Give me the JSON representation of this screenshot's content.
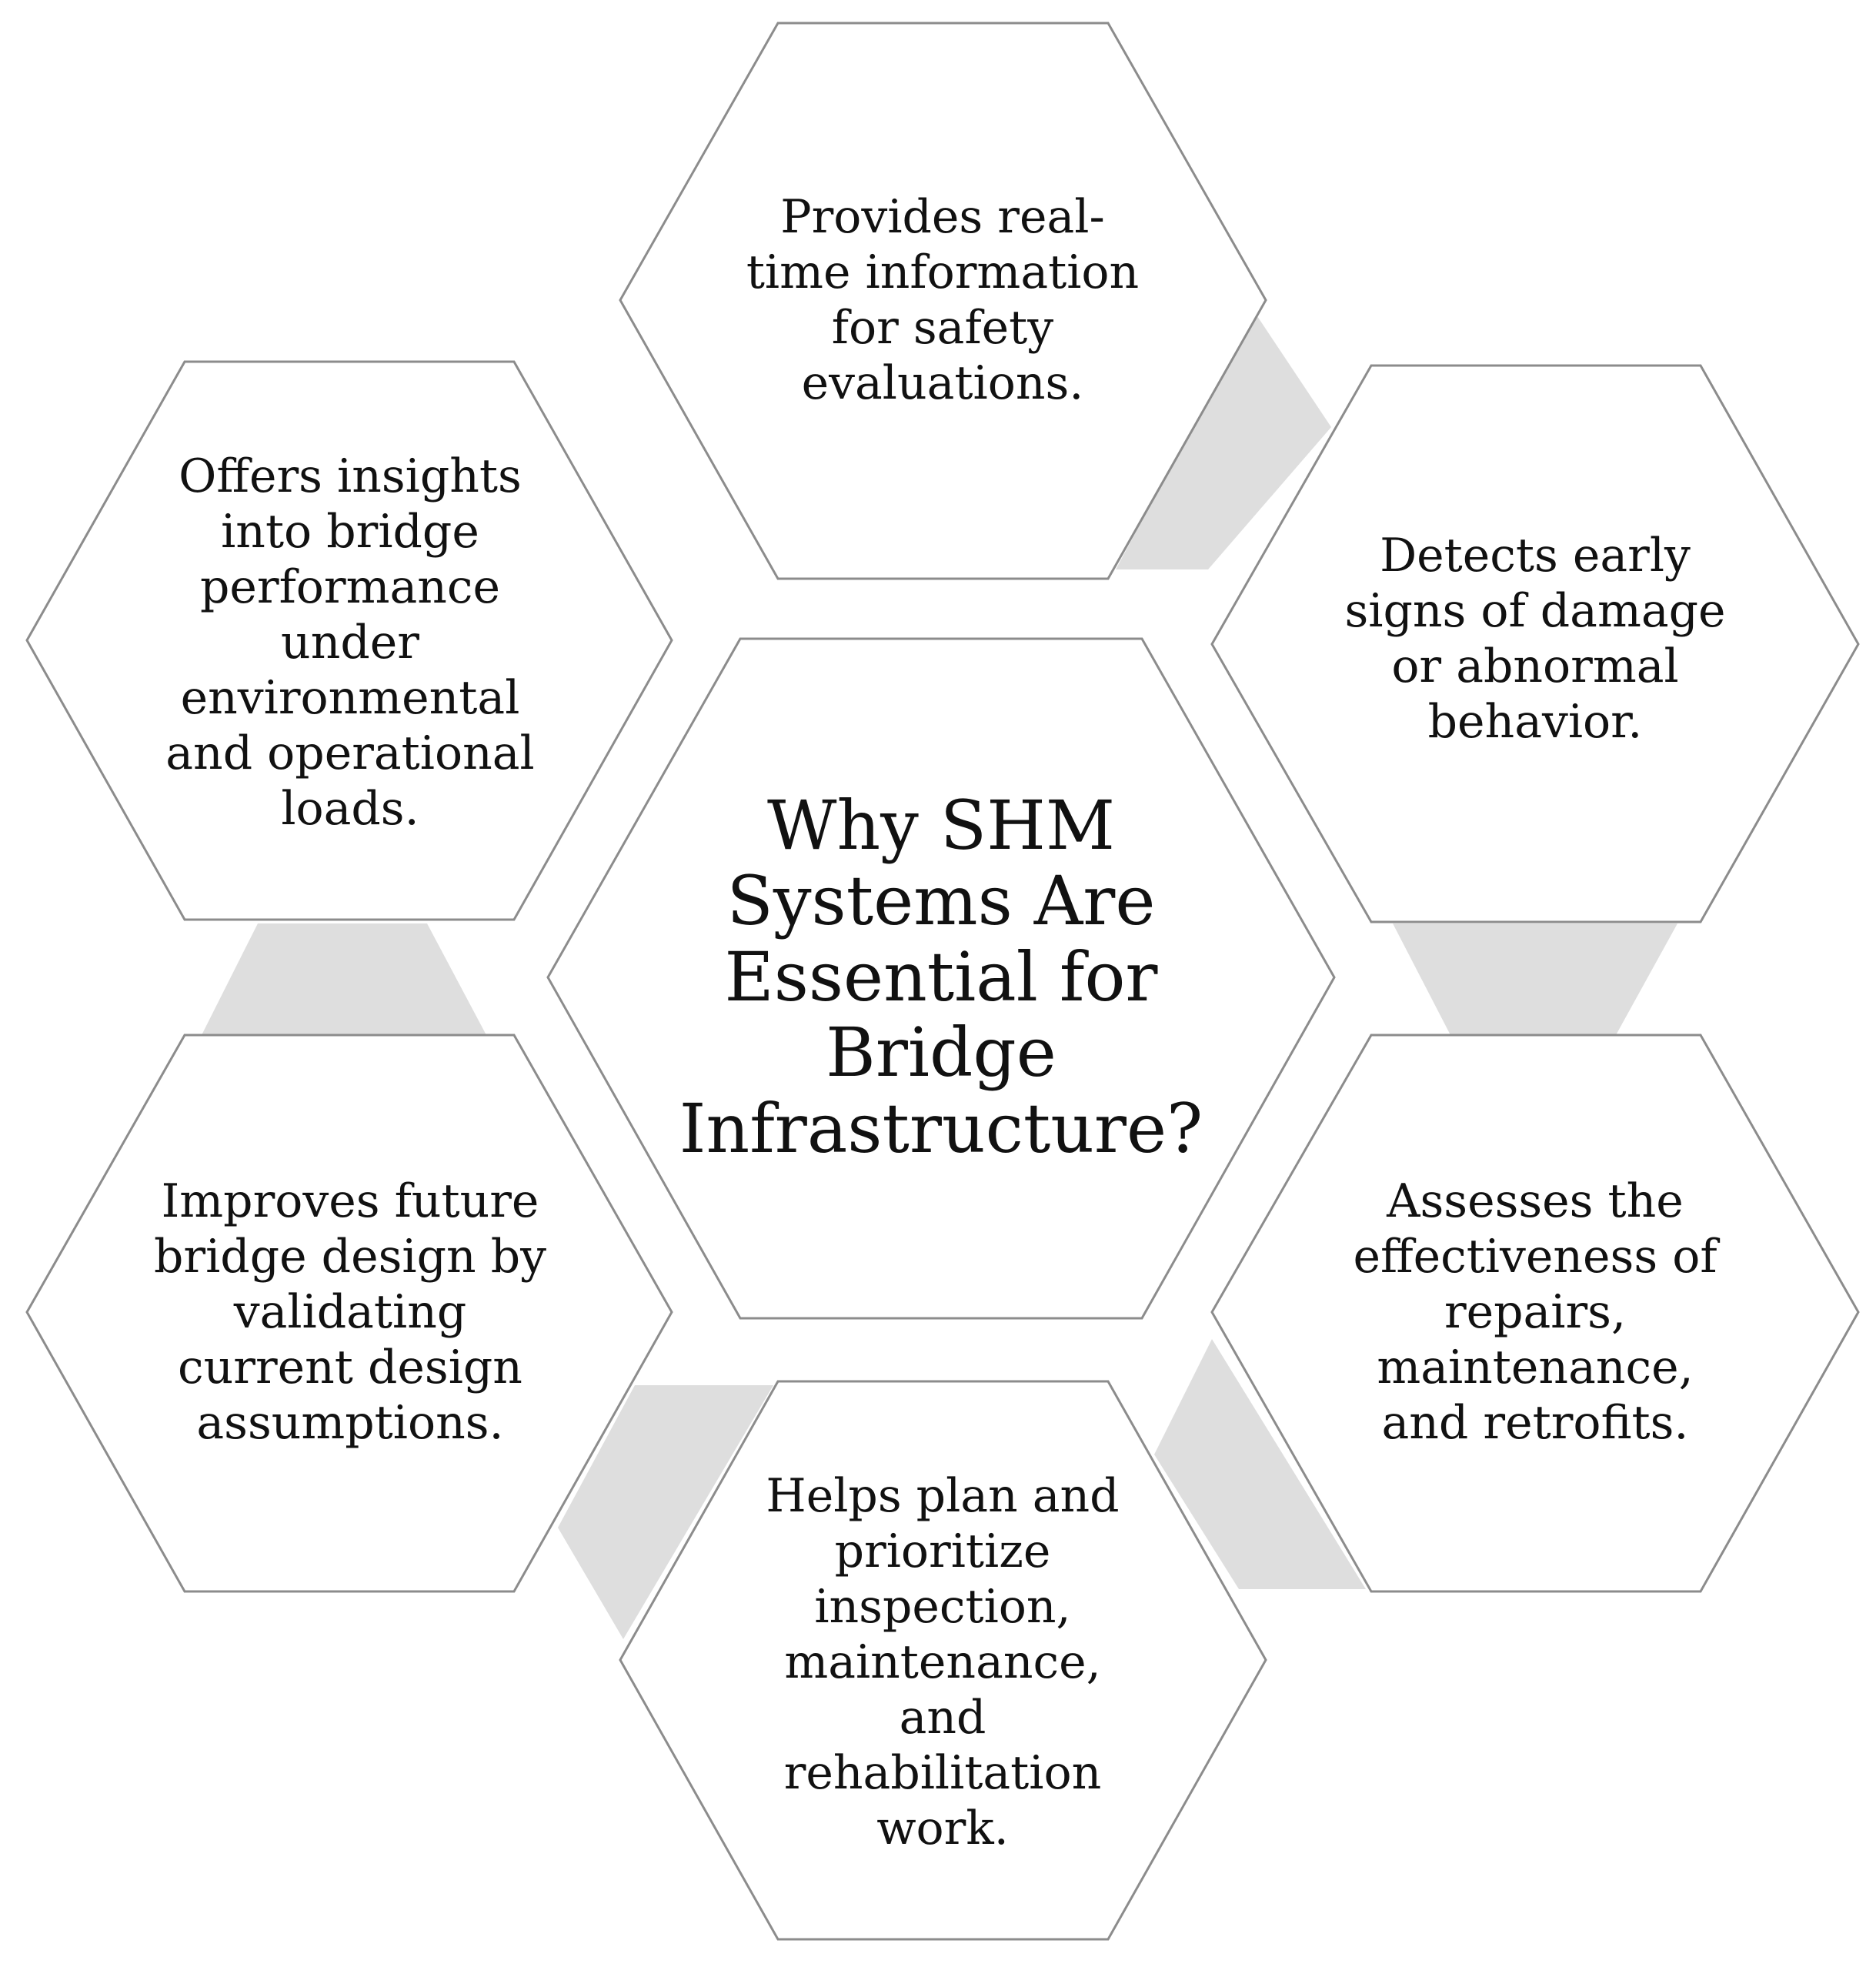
{
  "center": {
    "title": "Why SHM\nSystems Are\nEssential for\nBridge\nInfrastructure?"
  },
  "hexagons": [
    {
      "id": "top",
      "text": "Provides real-\ntime information\nfor safety\nevaluations."
    },
    {
      "id": "upper-right",
      "text": "Detects early\nsigns of damage\nor abnormal\nbehavior."
    },
    {
      "id": "lower-right",
      "text": "Assesses the\neffectiveness of\nrepairs,\nmaintenance,\nand retrofits."
    },
    {
      "id": "bottom",
      "text": "Helps plan and\nprioritize\ninspection,\nmaintenance,\nand\nrehabilitation\nwork."
    },
    {
      "id": "lower-left",
      "text": "Improves future\nbridge design by\nvalidating\ncurrent design\nassumptions."
    },
    {
      "id": "upper-left",
      "text": "Offers insights\ninto bridge\nperformance\nunder\nenvironmental\nand operational\nloads."
    }
  ],
  "colors": {
    "hex_fill": "#ffffff",
    "hex_stroke": "#8c8c8c",
    "connector_fill": "#dedede",
    "text": "#111111"
  }
}
